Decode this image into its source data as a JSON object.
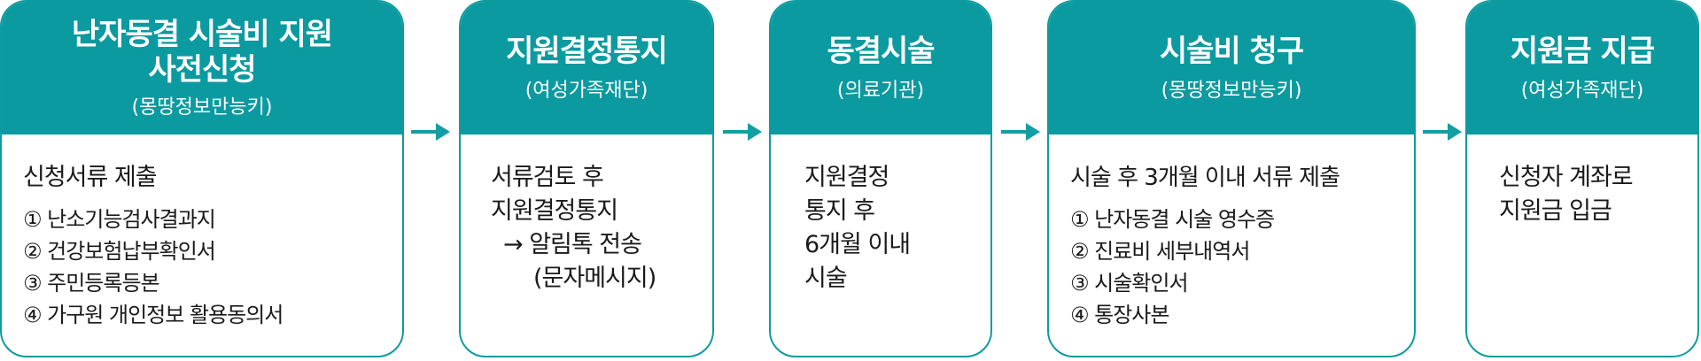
{
  "steps": [
    {
      "title_lines": [
        "난자동결 시술비 지원",
        "사전신청"
      ],
      "org": "(몽땅정보만능키)",
      "lead": "신청서류 제출",
      "items": [
        "① 난소기능검사결과지",
        "② 건강보험납부확인서",
        "③ 주민등록등본",
        "④ 가구원 개인정보 활용동의서"
      ]
    },
    {
      "title_lines": [
        "지원결정통지"
      ],
      "org": "(여성가족재단)",
      "lines": [
        "서류검토 후",
        "지원결정통지",
        "→ 알림톡 전송",
        "(문자메시지)"
      ]
    },
    {
      "title_lines": [
        "동결시술"
      ],
      "org": "(의료기관)",
      "lines": [
        "지원결정",
        "통지 후",
        "6개월 이내",
        "시술"
      ]
    },
    {
      "title_lines": [
        "시술비 청구"
      ],
      "org": "(몽땅정보만능키)",
      "lead": "시술 후 3개월 이내 서류 제출",
      "items": [
        "① 난자동결 시술 영수증",
        "② 진료비 세부내역서",
        "③ 시술확인서",
        "④ 통장사본"
      ]
    },
    {
      "title_lines": [
        "지원금 지급"
      ],
      "org": "(여성가족재단)",
      "lines": [
        "신청자 계좌로",
        "지원금 입금"
      ]
    }
  ],
  "colors": {
    "accent": "#0b9aa0",
    "border": "#0d9ba0",
    "arrow": "#139ea3"
  }
}
